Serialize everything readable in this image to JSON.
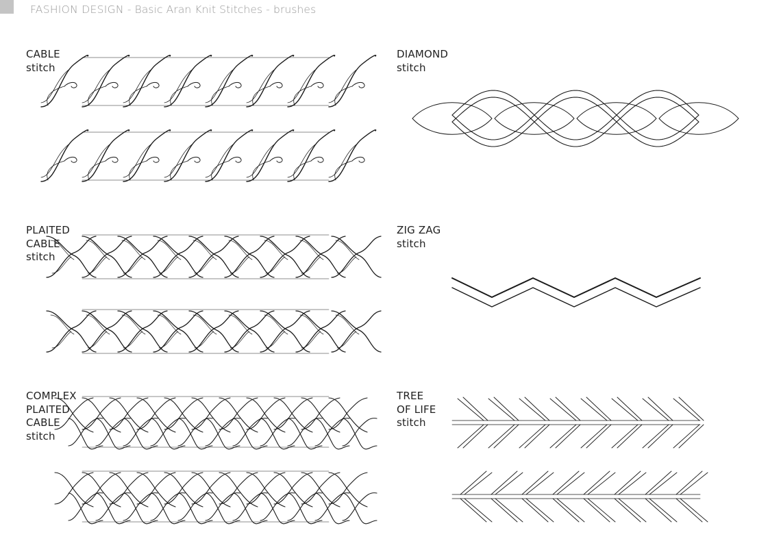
{
  "header": {
    "brand": "FASHION DESIGN",
    "separator_1": " - ",
    "subject": "Basic Aran Knit Stitches",
    "separator_2": " - ",
    "type": "brushes"
  },
  "stitches": {
    "cable": {
      "lines": [
        "CABLE",
        "stitch"
      ]
    },
    "plaited_cable": {
      "lines": [
        "PLAITED",
        "CABLE",
        "stitch"
      ]
    },
    "complex_plaited_cable": {
      "lines": [
        "COMPLEX",
        "PLAITED",
        "CABLE",
        "stitch"
      ]
    },
    "diamond": {
      "lines": [
        "DIAMOND",
        "stitch"
      ]
    },
    "zig_zag": {
      "lines": [
        "ZIG ZAG",
        "stitch"
      ]
    },
    "tree_of_life": {
      "lines": [
        "TREE",
        "OF LIFE",
        "stitch"
      ]
    }
  }
}
